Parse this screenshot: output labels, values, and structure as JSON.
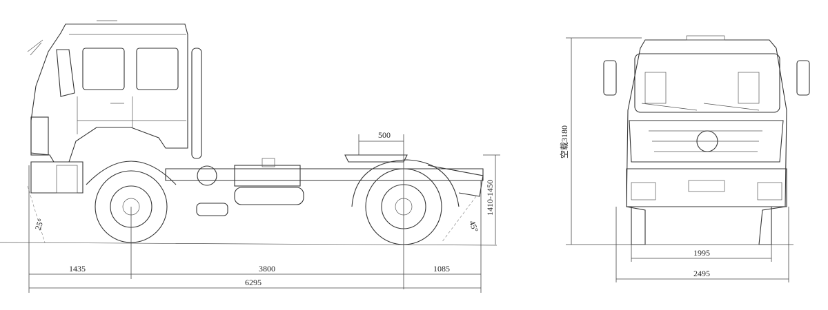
{
  "side_view": {
    "fifth_wheel_offset": "500",
    "fifth_wheel_height": "1410-1450",
    "approach_angle": "25°",
    "departure_angle": "45°",
    "front_overhang": "1435",
    "wheelbase": "3800",
    "rear_overhang": "1085",
    "overall_length": "6295"
  },
  "front_view": {
    "unladen_height": "空载3180",
    "track_width": "1995",
    "overall_width": "2495"
  }
}
